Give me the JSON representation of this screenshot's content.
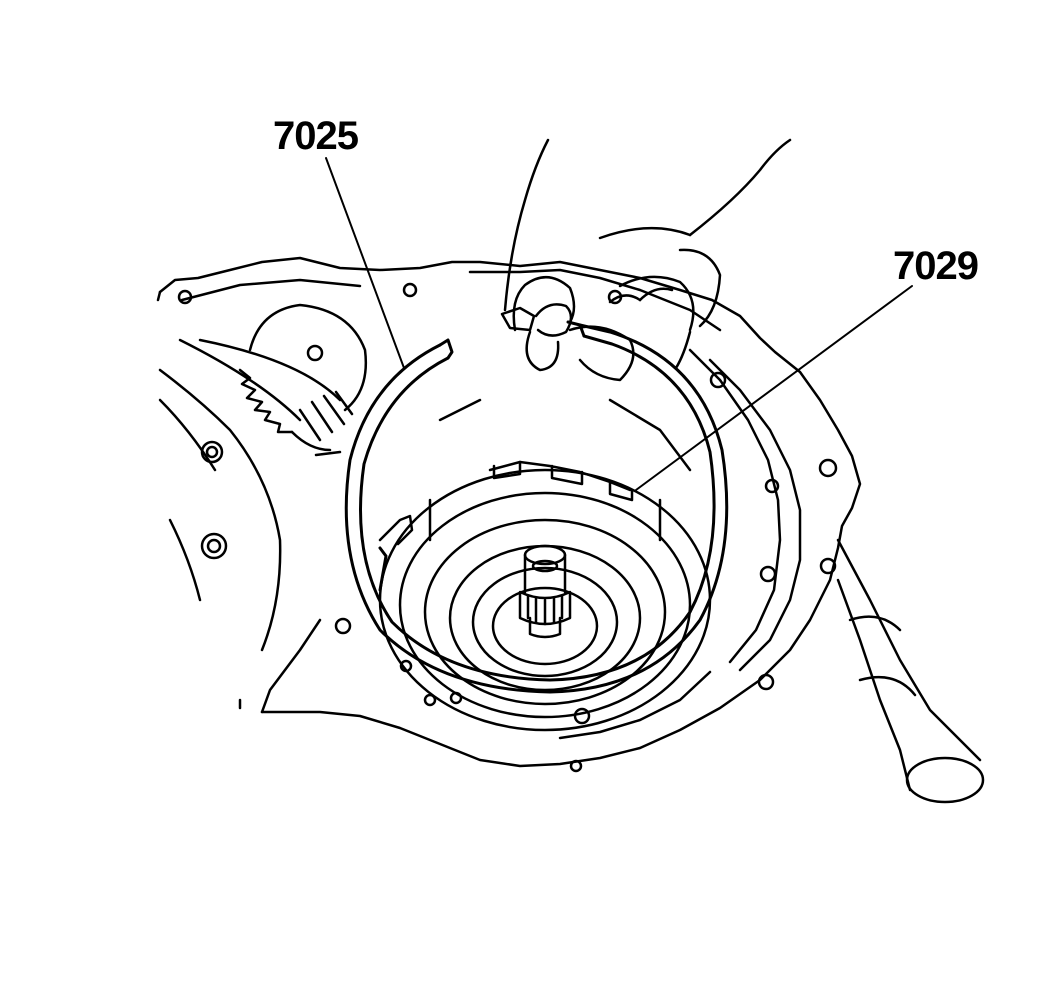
{
  "figure": {
    "callouts": [
      {
        "id": "7025",
        "text": "7025"
      },
      {
        "id": "7029",
        "text": "7029"
      }
    ]
  },
  "colors": {
    "ink": "#000000",
    "paper": "#ffffff"
  }
}
